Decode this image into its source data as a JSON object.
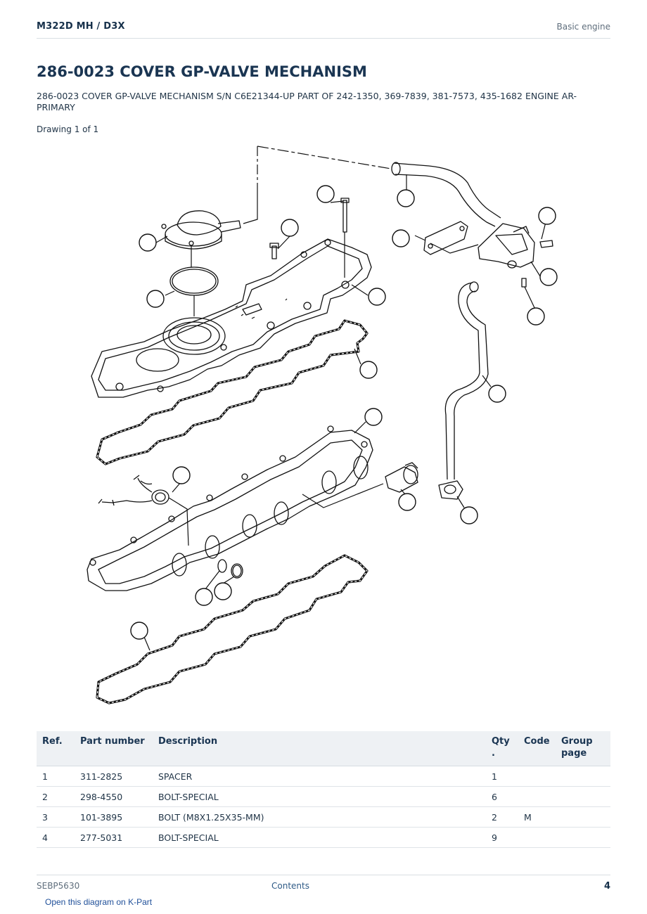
{
  "header": {
    "model": "M322D MH  /  D3X",
    "section": "Basic engine"
  },
  "title": "286-0023 COVER GP-VALVE MECHANISM",
  "subtitle": "286-0023 COVER GP-VALVE MECHANISM S/N C6E21344-UP PART OF 242-1350, 369-7839, 381-7573, 435-1682 ENGINE AR-PRIMARY",
  "drawing_label": "Drawing 1 of 1",
  "table": {
    "headers": {
      "ref": "Ref.",
      "part_number": "Part number",
      "description": "Description",
      "qty": "Qty .",
      "code": "Code",
      "group_page": "Group page"
    },
    "rows": [
      {
        "ref": "1",
        "part_number": "311-2825",
        "description": "SPACER",
        "qty": "1",
        "code": ""
      },
      {
        "ref": "2",
        "part_number": "298-4550",
        "description": "BOLT-SPECIAL",
        "qty": "6",
        "code": ""
      },
      {
        "ref": "3",
        "part_number": "101-3895",
        "description": "BOLT (M8X1.25X35-MM)",
        "qty": "2",
        "code": "M"
      },
      {
        "ref": "4",
        "part_number": "277-5031",
        "description": "BOLT-SPECIAL",
        "qty": "9",
        "code": ""
      }
    ]
  },
  "footer": {
    "doc_id": "SEBP5630",
    "contents_link": "Contents",
    "page_number": "4"
  },
  "kpart_link": "Open this diagram on K-Part"
}
